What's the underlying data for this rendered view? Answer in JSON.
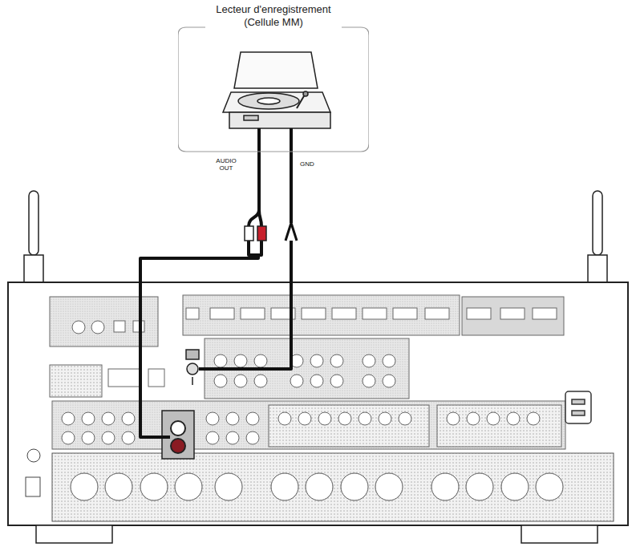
{
  "diagram": {
    "nodes": [
      {
        "text": [
          "Lecteur d'enregistrement (Cellule MM)"
        ]
      }
    ],
    "labels": [
      "AUDIO OUT",
      "GND"
    ]
  }
}
